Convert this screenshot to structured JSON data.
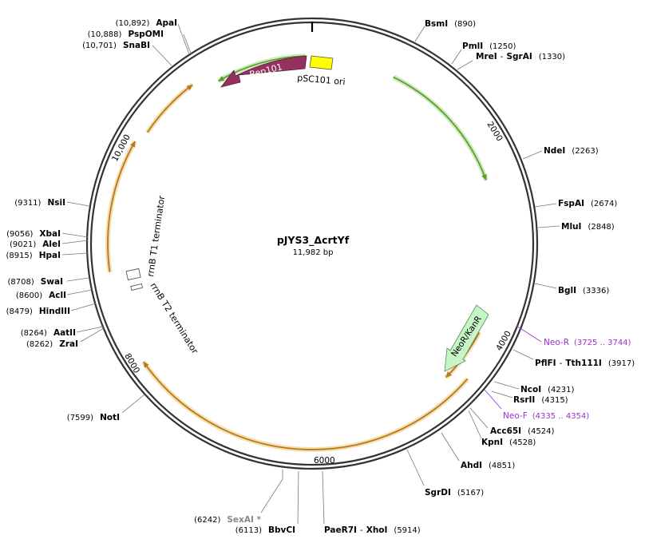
{
  "plasmid": {
    "name": "pJYS3_ΔcrtYf",
    "length_label": "11,982 bp",
    "length": 11982
  },
  "ticks": [
    "2000",
    "4000",
    "6000",
    "8000",
    "10,000"
  ],
  "features": {
    "rep101": "Rep101",
    "psc101": "pSC101 ori",
    "neokanr": "NeoR/KanR",
    "rrnb_t1": "rrnB T1 terminator",
    "rrnb_t2": "rrnB T2 terminator"
  },
  "primers": {
    "neo_r_name": "Neo-R",
    "neo_r_pos": "(3725 .. 3744)",
    "neo_f_name": "Neo-F",
    "neo_f_pos": "(4335 .. 4354)"
  },
  "sites": {
    "bsmi": {
      "name": "BsmI",
      "pos": "(890)"
    },
    "pmli": {
      "name": "PmlI",
      "pos": "(1250)"
    },
    "mrei_sgrai": {
      "name": "MreI",
      "name2": "SgrAI",
      "pos": "(1330)"
    },
    "ndei": {
      "name": "NdeI",
      "pos": "(2263)"
    },
    "fspai": {
      "name": "FspAI",
      "pos": "(2674)"
    },
    "mlui": {
      "name": "MluI",
      "pos": "(2848)"
    },
    "bgli": {
      "name": "BglI",
      "pos": "(3336)"
    },
    "pflfi_tth111i": {
      "name": "PflFI",
      "name2": "Tth111I",
      "pos": "(3917)"
    },
    "ncoi": {
      "name": "NcoI",
      "pos": "(4231)"
    },
    "rsrii": {
      "name": "RsrII",
      "pos": "(4315)"
    },
    "acc65i": {
      "name": "Acc65I",
      "pos": "(4524)"
    },
    "kpni": {
      "name": "KpnI",
      "pos": "(4528)"
    },
    "ahdi": {
      "name": "AhdI",
      "pos": "(4851)"
    },
    "sgrdi": {
      "name": "SgrDI",
      "pos": "(5167)"
    },
    "paer7i_xhoi": {
      "name": "PaeR7I",
      "name2": "XhoI",
      "pos": "(5914)"
    },
    "bbvci": {
      "name": "BbvCI",
      "pos": "(6113)"
    },
    "sexai": {
      "name": "SexAI *",
      "pos": "(6242)"
    },
    "noti": {
      "name": "NotI",
      "pos": "(7599)"
    },
    "zrai": {
      "name": "ZraI",
      "pos": "(8262)"
    },
    "aatii": {
      "name": "AatII",
      "pos": "(8264)"
    },
    "hindiii": {
      "name": "HindIII",
      "pos": "(8479)"
    },
    "acli": {
      "name": "AclI",
      "pos": "(8600)"
    },
    "swai": {
      "name": "SwaI",
      "pos": "(8708)"
    },
    "hpai": {
      "name": "HpaI",
      "pos": "(8915)"
    },
    "alei": {
      "name": "AleI",
      "pos": "(9021)"
    },
    "xbai": {
      "name": "XbaI",
      "pos": "(9056)"
    },
    "nsii": {
      "name": "NsiI",
      "pos": "(9311)"
    },
    "snabi": {
      "name": "SnaBI",
      "pos": "(10,701)"
    },
    "pspomi": {
      "name": "PspOMI",
      "pos": "(10,888)"
    },
    "apai": {
      "name": "ApaI",
      "pos": "(10,892)"
    }
  },
  "colors": {
    "backbone": "#333333",
    "rep101": "#93325f",
    "ori": "#ffff00",
    "neokanr": "#c6f5c6",
    "green_arc": "#5aa02c",
    "orange_arc": "#b9781e",
    "primer": "#9b30d0"
  }
}
